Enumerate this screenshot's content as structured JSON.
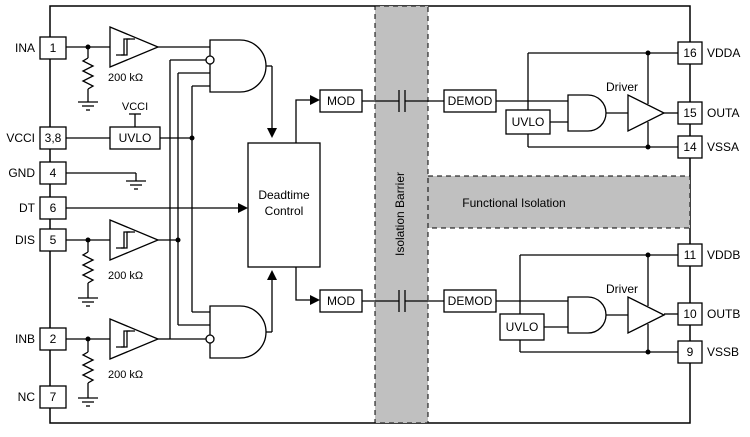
{
  "pins_left": [
    {
      "num": "1",
      "name": "INA"
    },
    {
      "num": "3,8",
      "name": "VCCI"
    },
    {
      "num": "4",
      "name": "GND"
    },
    {
      "num": "6",
      "name": "DT"
    },
    {
      "num": "5",
      "name": "DIS"
    },
    {
      "num": "2",
      "name": "INB"
    },
    {
      "num": "7",
      "name": "NC"
    }
  ],
  "pins_right": [
    {
      "num": "16",
      "name": "VDDA"
    },
    {
      "num": "15",
      "name": "OUTA"
    },
    {
      "num": "14",
      "name": "VSSA"
    },
    {
      "num": "11",
      "name": "VDDB"
    },
    {
      "num": "10",
      "name": "OUTB"
    },
    {
      "num": "9",
      "name": "VSSB"
    }
  ],
  "blocks": {
    "uvlo_in": "UVLO",
    "vcci_tap": "VCCI",
    "resistor": "200 kΩ",
    "deadtime_line1": "Deadtime",
    "deadtime_line2": "Control",
    "mod": "MOD",
    "demod": "DEMOD",
    "uvlo_out": "UVLO",
    "driver": "Driver",
    "isolation_barrier": "Isolation Barrier",
    "functional_isolation": "Functional Isolation"
  },
  "colors": {
    "barrier_fill": "#c0c0c0",
    "line": "#000000"
  }
}
